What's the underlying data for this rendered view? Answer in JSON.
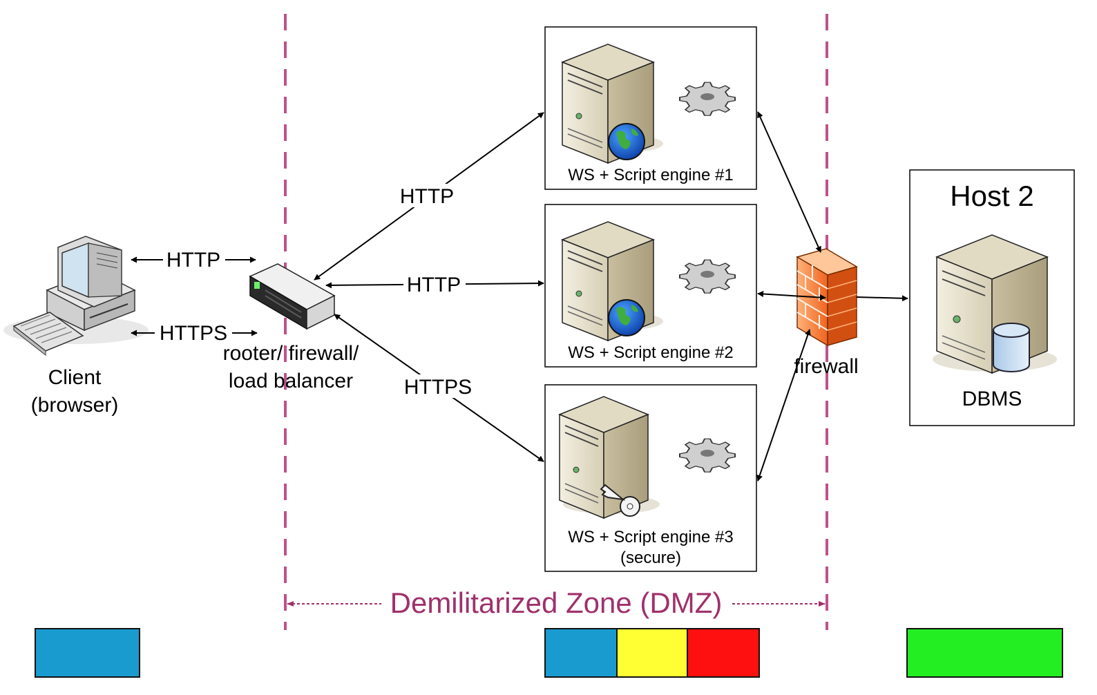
{
  "client": {
    "label_line1": "Client",
    "label_line2": "(browser)"
  },
  "client_links": {
    "http": "HTTP",
    "https": "HTTPS"
  },
  "router": {
    "label_line1": "rooter/ firewall/",
    "label_line2": "load balancer"
  },
  "router_links": {
    "to_engine1": "HTTP",
    "to_engine2": "HTTP",
    "to_engine3": "HTTPS"
  },
  "engines": [
    {
      "label_line1": "WS + Script engine #1",
      "label_line2": "",
      "badge": "globe-icon"
    },
    {
      "label_line1": "WS + Script engine #2",
      "label_line2": "",
      "badge": "globe-icon"
    },
    {
      "label_line1": "WS + Script engine #3",
      "label_line2": "(secure)",
      "badge": "key-icon"
    }
  ],
  "firewall": {
    "label": "firewall"
  },
  "host2": {
    "title": "Host 2",
    "label": "DBMS"
  },
  "dmz": {
    "label": "Demilitarized Zone (DMZ)",
    "color": "#a0306a",
    "boundary_color": "#c0508a"
  },
  "legend_blocks": {
    "client": [
      "#1a9bd0"
    ],
    "dmz": [
      "#1a9bd0",
      "#ffff33",
      "#ff1010"
    ],
    "host2": [
      "#22ee22"
    ]
  }
}
